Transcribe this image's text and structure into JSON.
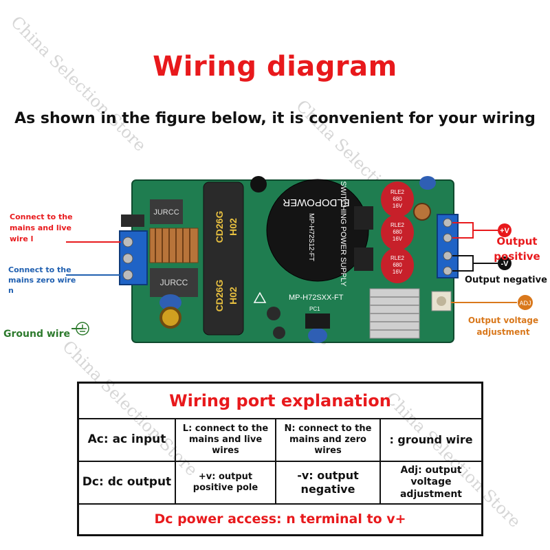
{
  "title": "Wiring diagram",
  "subtitle": "As shown in the figure below, it is convenient for your wiring",
  "watermark": "China Selection Store",
  "labels": {
    "mains_live": "Connect to the mains and live wire l",
    "mains_zero": "Connect to the mains zero wire n",
    "ground": "Ground wire",
    "output_positive": "Output positive",
    "output_negative": "Output negative",
    "output_adjust": "Output voltage adjustment",
    "plus_v": "+V",
    "minus_v": "-V",
    "adj": "ADJ"
  },
  "board": {
    "module_text_1": "ELDOPOWER",
    "module_text_2": "SWITCHING POWER SUPPLY",
    "module_text_3": "MP-H72S12-FT",
    "model": "MP-H72SXX-FT",
    "cap_text": "CD26G",
    "cap_text_2": "H02",
    "choke_text": "JURCC",
    "small_cap": "RLE2",
    "small_cap_2": "680",
    "small_cap_3": "16V",
    "pc1": "PC1"
  },
  "table": {
    "title": "Wiring port explanation",
    "rows": [
      [
        "Ac: ac input",
        "L: connect to the mains and live wires",
        "N: connect to the mains and zero wires",
        ": ground wire"
      ],
      [
        "Dc: dc output",
        "+v: output positive pole",
        "-v: output negative",
        "Adj: output voltage adjustment"
      ]
    ],
    "footer": "Dc power access: n terminal to v+"
  },
  "colors": {
    "red": "#e8191c",
    "blue": "#1f5fb0",
    "green": "#2d7a2d",
    "orange": "#d9781c",
    "pcb": "#1d7a4e"
  }
}
